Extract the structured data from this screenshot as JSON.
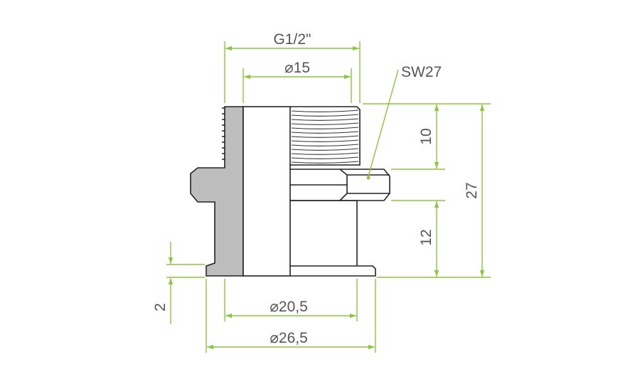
{
  "drawing": {
    "dimensions": {
      "thread_size": "G1/2\"",
      "inner_diameter": "15",
      "wrench_size": "SW27",
      "thread_length": "10",
      "total_length": "27",
      "lower_length": "12",
      "flange_thickness": "2",
      "diameter_mid": "20,5",
      "diameter_flange": "26,5"
    },
    "diameter_symbol": "⌀",
    "colors": {
      "dimension_lines": "#8cc63f",
      "section_fill": "#bdbdbd",
      "outline": "#222222",
      "text": "#555555"
    }
  }
}
